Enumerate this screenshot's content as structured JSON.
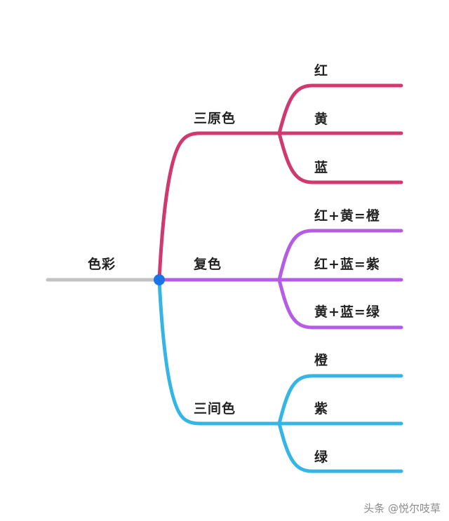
{
  "root": {
    "label": "色彩"
  },
  "colors": {
    "root_line": "#c3c3c3",
    "root_node": "#1b74e6",
    "primary": "#cf3970",
    "secondary": "#b55ce4",
    "tertiary": "#34b5e6"
  },
  "branches": [
    {
      "label": "三原色",
      "children": [
        "红",
        "黄",
        "蓝"
      ]
    },
    {
      "label": "复色",
      "children": [
        "红+黄=橙",
        "红+蓝=紫",
        "黄+蓝=绿"
      ]
    },
    {
      "label": "三间色",
      "children": [
        "橙",
        "紫",
        "绿"
      ]
    }
  ],
  "watermark": "头条 @悦尔吱草"
}
